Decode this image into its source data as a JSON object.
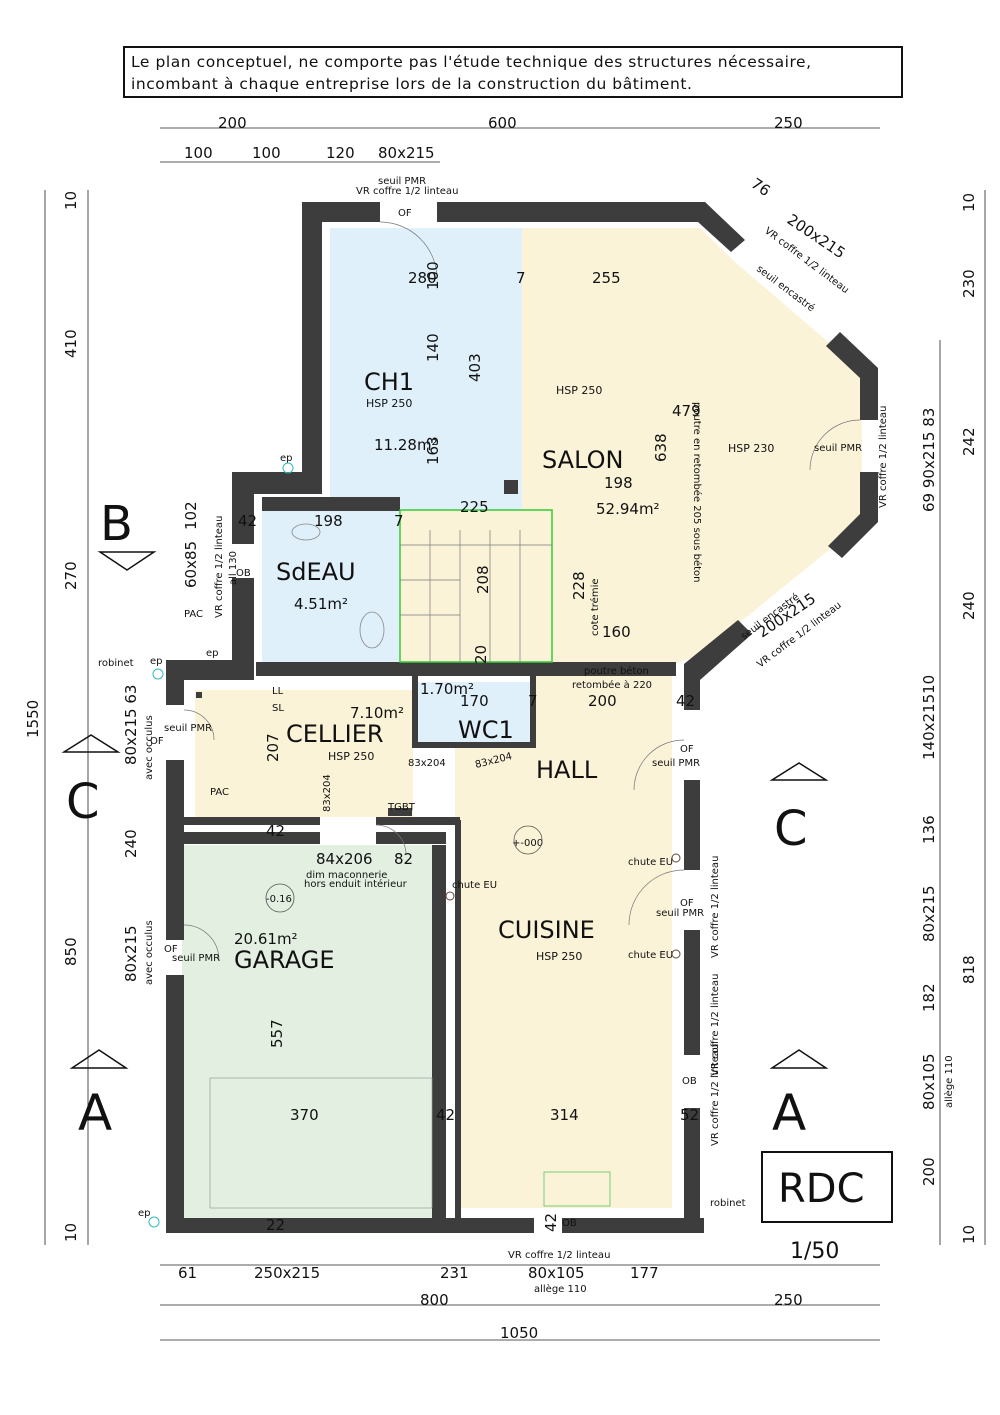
{
  "notice": {
    "line1": "Le plan conceptuel, ne comporte pas l'étude technique des structures nécessaire,",
    "line2": "incombant à chaque entreprise lors de la construction du bâtiment."
  },
  "rooms": {
    "ch1": {
      "name": "CH1",
      "hsp": "HSP 250",
      "area": "11.28m²"
    },
    "salon": {
      "name": "SALON",
      "hsp": "HSP 250",
      "hsp2": "HSP 230",
      "area": "52.94m²"
    },
    "sdeau": {
      "name": "SdEAU",
      "area": "4.51m²"
    },
    "cellier": {
      "name": "CELLIER",
      "hsp": "HSP 250",
      "area": "7.10m²"
    },
    "wc": {
      "name": "WC1",
      "area": "1.70m²"
    },
    "hall": {
      "name": "HALL"
    },
    "cuisine": {
      "name": "CUISINE",
      "hsp": "HSP 250"
    },
    "garage": {
      "name": "GARAGE",
      "area": "20.61m²"
    }
  },
  "sections": {
    "a": "A",
    "b": "B",
    "c": "C"
  },
  "title_block": {
    "level": "RDC",
    "scale": "1/50"
  },
  "top_dims": {
    "d200": "200",
    "d600": "600",
    "d250": "250",
    "d100a": "100",
    "d100b": "100",
    "d120": "120",
    "d80x215": "80x215"
  },
  "bottom_dims": {
    "d61": "61",
    "d250x215": "250x215",
    "d231": "231",
    "d80x105": "80x105",
    "d177": "177",
    "d800": "800",
    "d250": "250",
    "d1050": "1050",
    "allege": "allège 110",
    "vr": "VR coffre 1/2 linteau"
  },
  "left_dims": {
    "d10a": "10",
    "d410": "410",
    "d270": "270",
    "d1550": "1550",
    "d240": "240",
    "d850": "850",
    "d10b": "10",
    "d102": "102",
    "d60x85": "60x85",
    "d80x215_63": "80x215 63",
    "d80x215": "80x215",
    "occ1": "avec occulus",
    "occ2": "avec occulus",
    "vr1": "VR coffre 1/2 linteau",
    "all130": "all 130"
  },
  "right_dims": {
    "d10a": "10",
    "d230": "230",
    "d242": "242",
    "d240": "240",
    "d140x215_10": "140x21510",
    "d136": "136",
    "d80x215": "80x215",
    "d818": "818",
    "d182": "182",
    "d80x105": "80x105",
    "d200": "200",
    "d10b": "10",
    "d69_90x215_83": "69 90x215 83",
    "allege": "allège 110"
  },
  "inner_dims": {
    "d280": "280",
    "d7a": "7",
    "d255": "255",
    "d140": "140",
    "d403": "403",
    "d163": "163",
    "d479": "479",
    "d638": "638",
    "d198a": "198",
    "d198b": "198",
    "d42a": "42",
    "d225": "225",
    "d7b": "7",
    "d208": "208",
    "d228": "228",
    "d160": "160",
    "d20": "20",
    "d170": "170",
    "d7c": "7",
    "d200": "200",
    "d42b": "42",
    "d207": "207",
    "d83x204a": "83x204",
    "d83x204b": "83x204",
    "d83x204c": "83x204",
    "d42c": "42",
    "d84x206": "84x206",
    "d82": "82",
    "d557": "557",
    "d370": "370",
    "d42d": "42",
    "d314": "314",
    "d52": "52",
    "d42e": "42",
    "d22": "22",
    "d76": "76",
    "d200x215a": "200x215",
    "d200x215b": "200x215",
    "d100": "100"
  },
  "labels": {
    "of_top": "OF",
    "seuil_pmr_top": "seuil PMR",
    "vr_top": "VR coffre 1/2 linteau",
    "vr_salon_a": "VR coffre 1/2 linteau",
    "seuil_enc_a": "seuil encastré",
    "vr_salon_b": "VR coffre 1/2 linteau",
    "seuil_enc_b": "seuil encastré",
    "vr_salon_c": "VR coffre 1/2 linteau",
    "seuil_pmr_salon": "seuil PMR",
    "poutre_retombee": "poutre en retombée 205 sous béton",
    "cote_tremie": "cote trémie",
    "poutre_beton": "poutre béton",
    "retombee": "retombée à 220",
    "ob_sdeau": "OB",
    "pac1": "PAC",
    "pac2": "PAC",
    "ep1": "ep",
    "ep2": "ep",
    "ep3": "ep",
    "ep4": "ep",
    "robinet1": "robinet",
    "robinet2": "robinet",
    "ll": "LL",
    "sl": "SL",
    "seuil_pmr_cellier": "seuil PMR",
    "of_cellier": "OF",
    "tgbt": "TGBT",
    "of_hall": "OF",
    "seuil_pmr_hall": "seuil PMR",
    "level0": "+-000",
    "chute1": "chute EU",
    "chute2": "chute EU",
    "chute3": "chute EU",
    "of_cuisine": "OF",
    "seuil_pmr_cuisine": "seuil PMR",
    "vr_cuisine1": "VR coffre 1/2 linteau",
    "vr_cuisine2": "VR coffre 1/2 linteau",
    "vr_cuisine3": "VR coffre 1/2 linteau",
    "ob_cuisine": "OB",
    "ob_bottom": "OB",
    "level_garage": "-0.16",
    "of_garage": "OF",
    "seuil_pmr_garage": "seuil PMR",
    "dim_maconnerie": "dim maconnerie",
    "hors_enduit": "hors enduit intérieur"
  },
  "colors": {
    "ch1": "#dff0fa",
    "sdeau": "#dff0fa",
    "wc": "#dff0fa",
    "salon": "#fbf3d8",
    "cellier": "#fbf3d8",
    "hall": "#fbf3d8",
    "garage": "#e3f0e1",
    "wall": "#3d3d3d",
    "stairs": "#33cc33"
  }
}
